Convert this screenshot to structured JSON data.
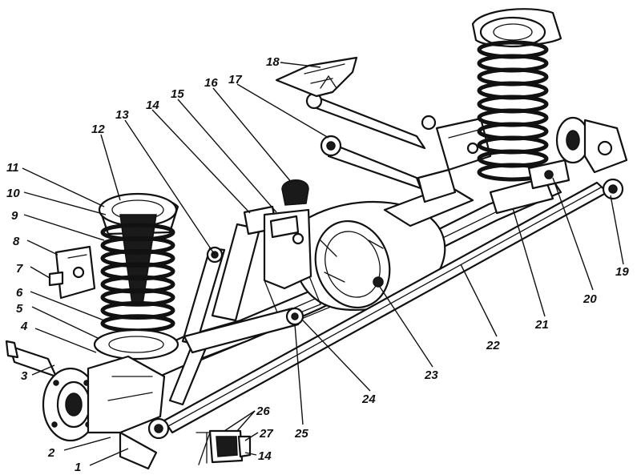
{
  "callouts": [
    "1",
    "2",
    "3",
    "4",
    "5",
    "6",
    "7",
    "8",
    "9",
    "10",
    "11",
    "12",
    "13",
    "14",
    "15",
    "16",
    "17",
    "18",
    "19",
    "20",
    "21",
    "22",
    "23",
    "24",
    "25",
    "26",
    "27"
  ],
  "detail_callouts": [
    "26",
    "27",
    "14"
  ]
}
